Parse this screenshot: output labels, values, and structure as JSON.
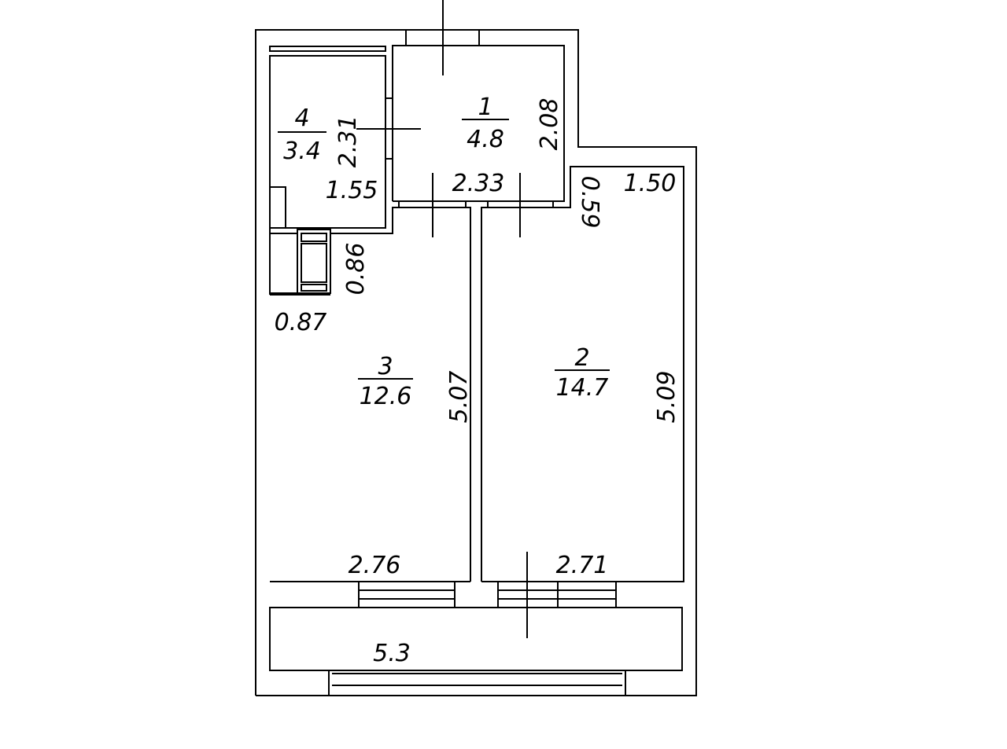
{
  "plan": {
    "rooms": [
      {
        "number": "1",
        "area": "4.8"
      },
      {
        "number": "2",
        "area": "14.7"
      },
      {
        "number": "3",
        "area": "12.6"
      },
      {
        "number": "4",
        "area": "3.4"
      }
    ],
    "dimensions": {
      "room1_height": "2.08",
      "room1_width": "2.33",
      "room4_height": "2.31",
      "room4_width": "1.55",
      "duct": "0.86",
      "niche": "0.87",
      "notch": "0.59",
      "room2_top": "1.50",
      "room3_height": "5.07",
      "room2_height": "5.09",
      "room3_width": "2.76",
      "room2_width": "2.71",
      "balcony": "5.3"
    }
  }
}
